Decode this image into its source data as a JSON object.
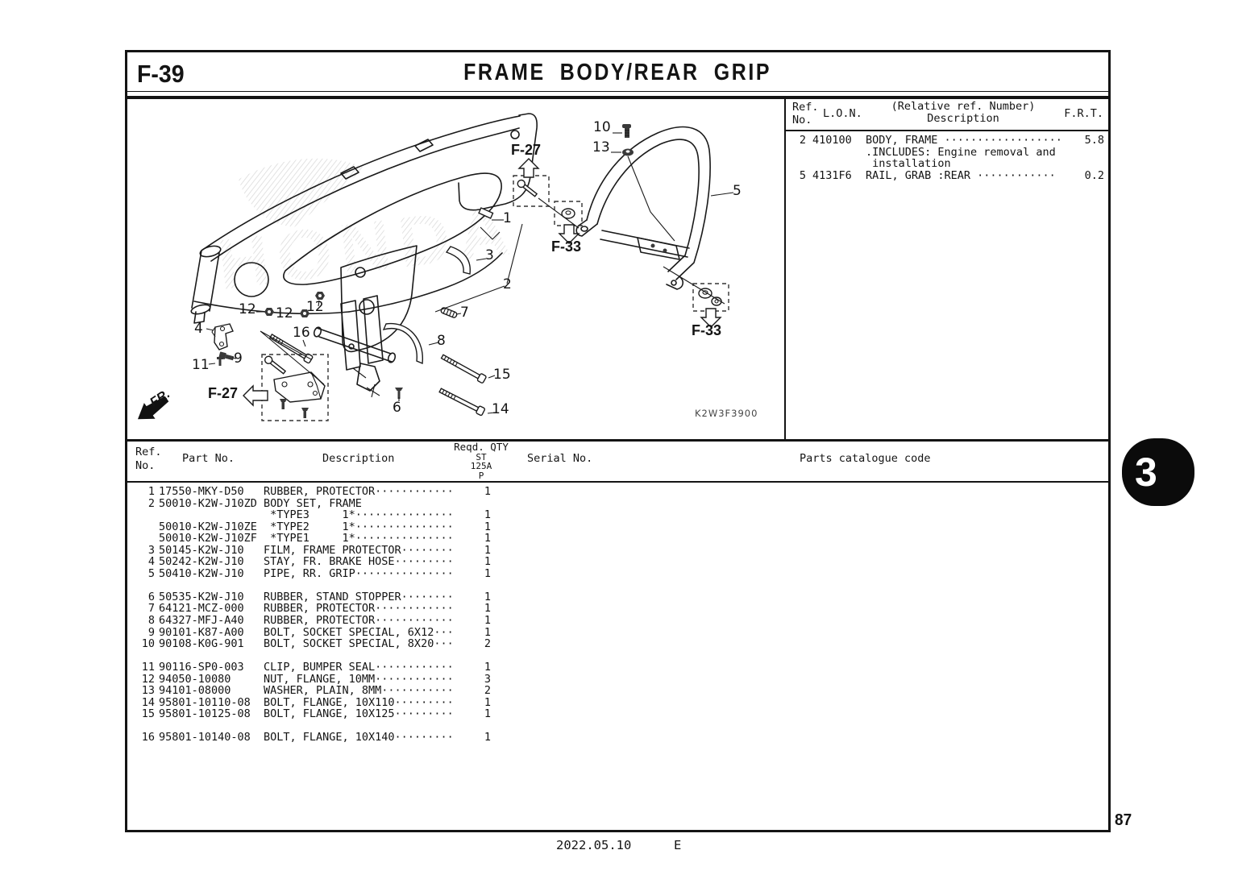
{
  "colors": {
    "ink": "#141414",
    "tab_bg": "#0b0b0b",
    "watermark_gray": "#bdbdbd"
  },
  "page": {
    "code": "F-39",
    "title": "FRAME BODY/REAR GRIP",
    "page_number": "87",
    "footer_date": "2022.05.10",
    "footer_edition": "E",
    "section_tab": "3"
  },
  "ref_table": {
    "header": {
      "ref": "Ref.",
      "no": "No.",
      "lon": "L.O.N.",
      "relative": "(Relative ref. Number)",
      "description": "Description",
      "frt": "F.R.T."
    },
    "rows": [
      {
        "ref": "2",
        "lon": "410100",
        "desc": "BODY, FRAME ··················",
        "frt": "5.8"
      },
      {
        "ref": "",
        "lon": "",
        "desc": ".INCLUDES: Engine removal and",
        "frt": ""
      },
      {
        "ref": "",
        "lon": "",
        "desc": " installation",
        "frt": ""
      },
      {
        "ref": "5",
        "lon": "4131F6",
        "desc": "RAIL, GRAB :REAR ············",
        "frt": "0.2"
      }
    ]
  },
  "parts_table": {
    "header": {
      "ref": "Ref.",
      "no": "No.",
      "part": "Part No.",
      "description": "Description",
      "reqd": "Reqd. QTY",
      "st": "ST",
      "model": "125A",
      "p": "P",
      "serial": "Serial No.",
      "catalogue": "Parts catalogue code"
    },
    "rows": [
      {
        "ref": "1",
        "part": "17550-MKY-D50",
        "desc": "RUBBER, PROTECTOR············",
        "qty": "1"
      },
      {
        "ref": "2",
        "part": "50010-K2W-J10ZD",
        "desc": "BODY SET, FRAME",
        "qty": ""
      },
      {
        "ref": "",
        "part": "",
        "desc": " *TYPE3     1*···············",
        "qty": "1"
      },
      {
        "ref": "",
        "part": "50010-K2W-J10ZE",
        "desc": " *TYPE2     1*···············",
        "qty": "1"
      },
      {
        "ref": "",
        "part": "50010-K2W-J10ZF",
        "desc": " *TYPE1     1*···············",
        "qty": "1"
      },
      {
        "ref": "3",
        "part": "50145-K2W-J10",
        "desc": "FILM, FRAME PROTECTOR········",
        "qty": "1"
      },
      {
        "ref": "4",
        "part": "50242-K2W-J10",
        "desc": "STAY, FR. BRAKE HOSE·········",
        "qty": "1"
      },
      {
        "ref": "5",
        "part": "50410-K2W-J10",
        "desc": "PIPE, RR. GRIP···············",
        "qty": "1"
      },
      {
        "ref": "",
        "part": "",
        "desc": "",
        "qty": ""
      },
      {
        "ref": "6",
        "part": "50535-K2W-J10",
        "desc": "RUBBER, STAND STOPPER········",
        "qty": "1"
      },
      {
        "ref": "7",
        "part": "64121-MCZ-000",
        "desc": "RUBBER, PROTECTOR············",
        "qty": "1"
      },
      {
        "ref": "8",
        "part": "64327-MFJ-A40",
        "desc": "RUBBER, PROTECTOR············",
        "qty": "1"
      },
      {
        "ref": "9",
        "part": "90101-K87-A00",
        "desc": "BOLT, SOCKET SPECIAL, 6X12···",
        "qty": "1"
      },
      {
        "ref": "10",
        "part": "90108-K0G-901",
        "desc": "BOLT, SOCKET SPECIAL, 8X20···",
        "qty": "2"
      },
      {
        "ref": "",
        "part": "",
        "desc": "",
        "qty": ""
      },
      {
        "ref": "11",
        "part": "90116-SP0-003",
        "desc": "CLIP, BUMPER SEAL············",
        "qty": "1"
      },
      {
        "ref": "12",
        "part": "94050-10080",
        "desc": "NUT, FLANGE, 10MM············",
        "qty": "3"
      },
      {
        "ref": "13",
        "part": "94101-08000",
        "desc": "WASHER, PLAIN, 8MM···········",
        "qty": "2"
      },
      {
        "ref": "14",
        "part": "95801-10110-08",
        "desc": "BOLT, FLANGE, 10X110·········",
        "qty": "1"
      },
      {
        "ref": "15",
        "part": "95801-10125-08",
        "desc": "BOLT, FLANGE, 10X125·········",
        "qty": "1"
      },
      {
        "ref": "",
        "part": "",
        "desc": "",
        "qty": ""
      },
      {
        "ref": "16",
        "part": "95801-10140-08",
        "desc": "BOLT, FLANGE, 10X140·········",
        "qty": "1"
      }
    ]
  },
  "diagram": {
    "code": "K2W3F3900",
    "fr": "FR.",
    "watermark": "HONDA",
    "frefs": {
      "f27_top": "F-27",
      "f33_mid": "F-33",
      "f33_right": "F-33",
      "f27_left": "F-27"
    },
    "callouts": [
      "10",
      "13",
      "5",
      "1",
      "3",
      "2",
      "7",
      "8",
      "12",
      "12",
      "12",
      "16",
      "4",
      "9",
      "11",
      "6",
      "15",
      "14"
    ]
  }
}
